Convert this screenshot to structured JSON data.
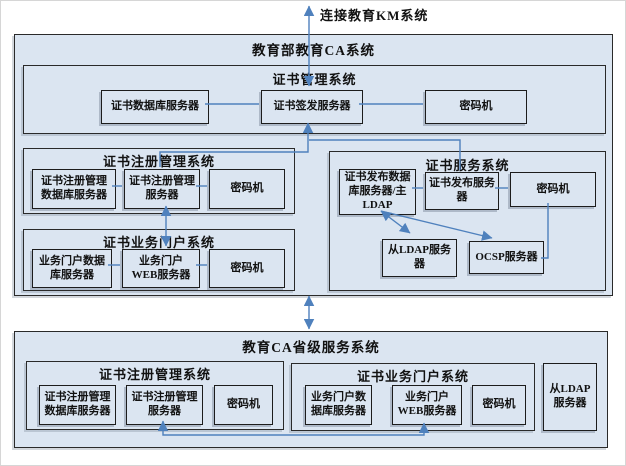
{
  "diagram": {
    "top_label": "连接教育KM系统",
    "upper_system": {
      "title": "教育部教育CA系统",
      "cert_mgmt": {
        "title": "证书管理系统",
        "nodes": {
          "db": "证书数据库服务器",
          "sign": "证书签发服务器",
          "hsm": "密码机"
        }
      },
      "reg_mgmt": {
        "title": "证书注册管理系统",
        "nodes": {
          "db": "证书注册管理\n数据库服务器",
          "server": "证书注册管理\n服务器",
          "hsm": "密码机"
        }
      },
      "portal": {
        "title": "证书业务门户系统",
        "nodes": {
          "db": "业务门户数据\n库服务器",
          "web": "业务门户\nWEB服务器",
          "hsm": "密码机"
        }
      },
      "cert_service": {
        "title": "证书服务系统",
        "nodes": {
          "master_ldap": "证书发布数据\n库服务器/主\nLDAP",
          "publish": "证书发布服务\n器",
          "hsm": "密码机",
          "slave_ldap": "从LDAP服务\n器",
          "ocsp": "OCSP服务器"
        }
      }
    },
    "lower_system": {
      "title": "教育CA省级服务系统",
      "reg_mgmt": {
        "title": "证书注册管理系统",
        "nodes": {
          "db": "证书注册管理\n数据库服务器",
          "server": "证书注册管理\n服务器",
          "hsm": "密码机"
        }
      },
      "portal": {
        "title": "证书业务门户系统",
        "nodes": {
          "db": "业务门户数\n据库服务器",
          "web": "业务门户\nWEB服务器",
          "hsm": "密码机"
        }
      },
      "slave_ldap": "从LDAP\n服务器"
    },
    "colors": {
      "line": "#4f81bd",
      "fill": "#dbe5f1"
    }
  }
}
